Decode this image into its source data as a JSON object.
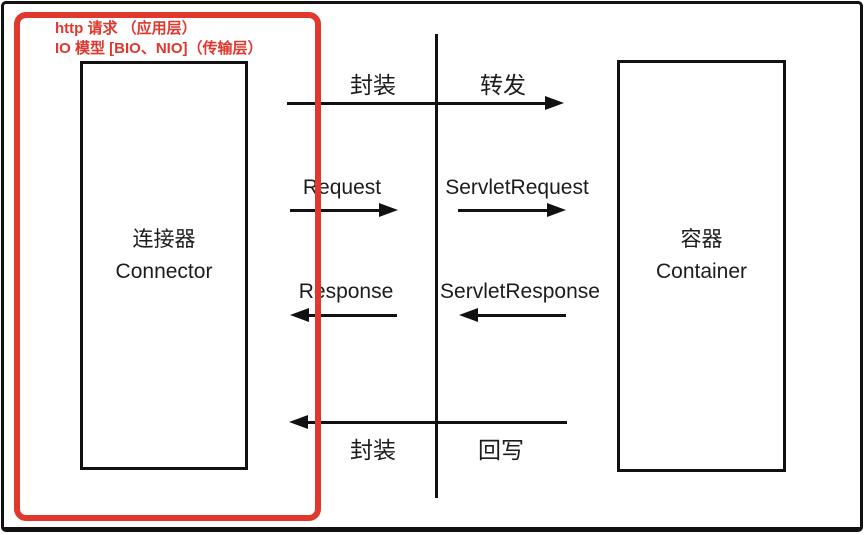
{
  "colors": {
    "accent_red": "#e1372d",
    "line_black": "#111111"
  },
  "annotation": {
    "line1": "http 请求 （应用层）",
    "line2": "IO 模型 [BIO、NIO]（传输层）"
  },
  "connector": {
    "title_cn": "连接器",
    "title_en": "Connector"
  },
  "container": {
    "title_cn": "容器",
    "title_en": "Container"
  },
  "flows": {
    "top": {
      "left": "封装",
      "right": "转发"
    },
    "request": "Request",
    "servlet_request": "ServletRequest",
    "response": "Response",
    "servlet_response": "ServletResponse",
    "bottom": {
      "left": "封装",
      "right": "回写"
    }
  }
}
